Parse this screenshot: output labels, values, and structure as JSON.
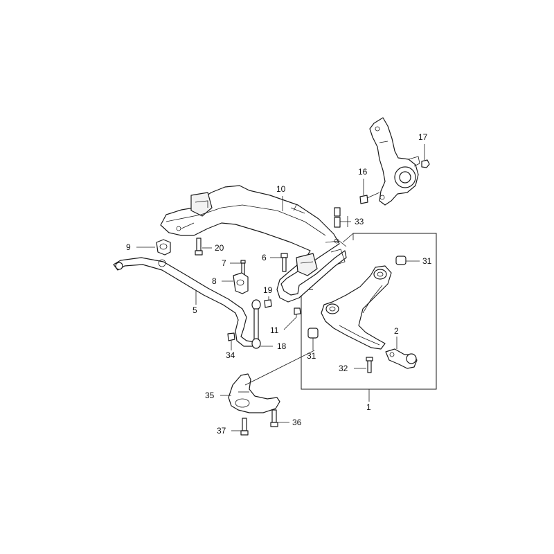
{
  "callouts": {
    "c1": "1",
    "c2": "2",
    "c5": "5",
    "c6": "6",
    "c7": "7",
    "c8": "8",
    "c9": "9",
    "c10": "10",
    "c11": "11",
    "c16": "16",
    "c17": "17",
    "c18": "18",
    "c19": "19",
    "c20": "20",
    "c31a": "31",
    "c31b": "31",
    "c32": "32",
    "c33": "33",
    "c34": "34",
    "c35": "35",
    "c36": "36",
    "c37": "37"
  }
}
